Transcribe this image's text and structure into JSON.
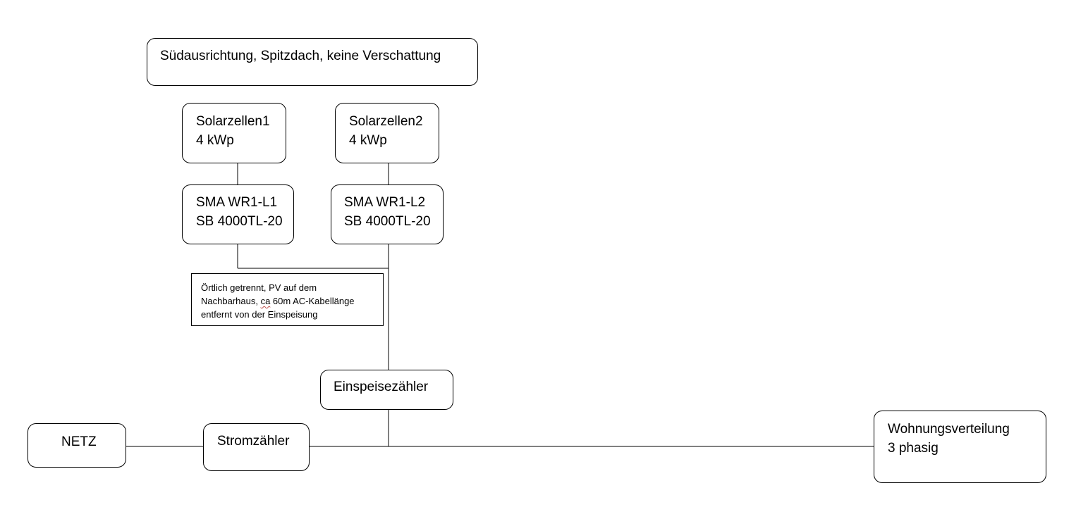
{
  "orientation_box": {
    "text": "Südausrichtung, Spitzdach, keine Verschattung"
  },
  "solar_1": {
    "line1": "Solarzellen1",
    "line2": "4 kWp"
  },
  "solar_2": {
    "line1": "Solarzellen2",
    "line2": "4 kWp"
  },
  "inverter_1": {
    "line1": "SMA WR1-L1",
    "line2": "SB 4000TL-20"
  },
  "inverter_2": {
    "line1": "SMA WR1-L2",
    "line2": "SB 4000TL-20"
  },
  "note": {
    "line1": "Örtlich getrennt, PV auf dem",
    "line2_a": "Nachbarhaus, ",
    "line2_b": "ca",
    "line2_c": " 60m AC-Kabellänge",
    "line3": "entfernt von der Einspeisung"
  },
  "feed_in_meter": {
    "text": "Einspeisezähler"
  },
  "grid": {
    "text": "NETZ"
  },
  "power_meter": {
    "text": "Stromzähler"
  },
  "distribution": {
    "line1": "Wohnungsverteilung",
    "line2": "3 phasig"
  },
  "colors": {
    "stroke": "#000000",
    "background": "#ffffff",
    "spellcheck_underline": "#c0504d"
  }
}
